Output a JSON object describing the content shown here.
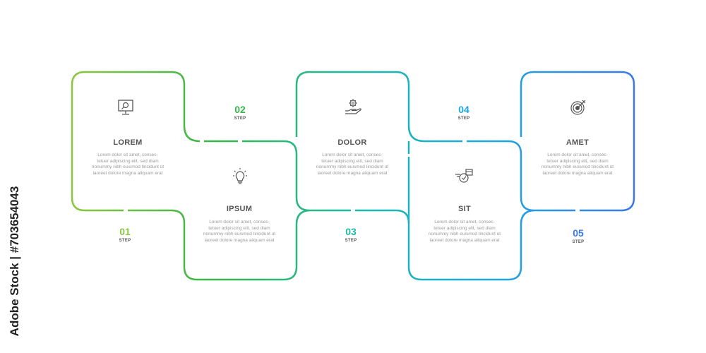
{
  "steps": [
    {
      "number": "01",
      "step_label": "STEP",
      "title": "LOREM",
      "body_lines": [
        "Lorem dolor sit amet, consec-",
        "tetuer adipiscing elit, sed diam",
        "nonummy nibh euismod tincidunt ut",
        "laoreet dolore magna aliquam erat"
      ],
      "icon": "presentation-icon",
      "color": "#8cc63f"
    },
    {
      "number": "02",
      "step_label": "STEP",
      "title": "IPSUM",
      "body_lines": [
        "Lorem dolor sit amet, consec-",
        "tetuer adipiscing elit, sed diam",
        "nonummy nibh euismod tincidunt ut",
        "laoreet dolore magna aliquam erat"
      ],
      "icon": "lightbulb-icon",
      "color": "#39b54a"
    },
    {
      "number": "03",
      "step_label": "STEP",
      "title": "DOLOR",
      "body_lines": [
        "Lorem dolor sit amet, consec-",
        "tetuer adipiscing elit, sed diam",
        "nonummy nibh euismod tincidunt ut",
        "laoreet dolore magna aliquam erat"
      ],
      "icon": "gear-hand-icon",
      "color": "#1cbaa4"
    },
    {
      "number": "04",
      "step_label": "STEP",
      "title": "SIT",
      "body_lines": [
        "Lorem dolor sit amet, consec-",
        "tetuer adipiscing elit, sed diam",
        "nonummy nibh euismod tincidunt ut",
        "laoreet dolore magna aliquam erat"
      ],
      "icon": "clock-calendar-icon",
      "color": "#1ea7e1"
    },
    {
      "number": "05",
      "step_label": "STEP",
      "title": "AMET",
      "body_lines": [
        "Lorem dolor sit amet, consec-",
        "tetuer adipiscing elit, sed diam",
        "nonummy nibh euismod tincidunt ut",
        "laoreet dolore magna aliquam erat"
      ],
      "icon": "target-icon",
      "color": "#3b78e7"
    }
  ],
  "watermark": {
    "text": "Adobe Stock | #703654043"
  }
}
